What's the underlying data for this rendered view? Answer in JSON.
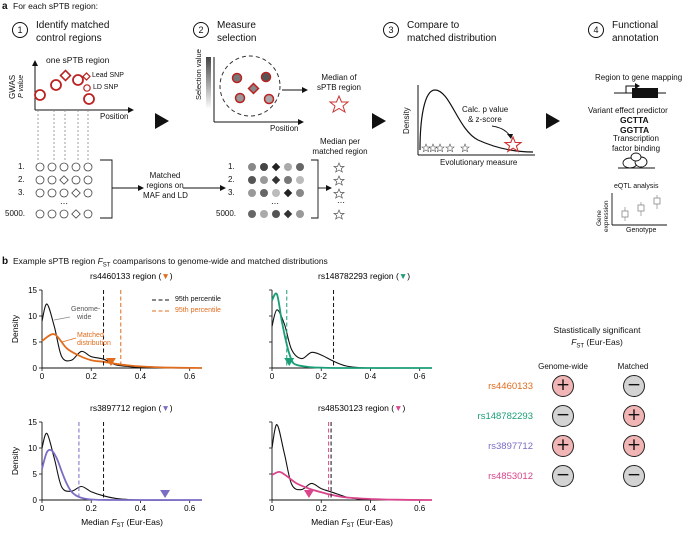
{
  "panel_a": {
    "label": "a",
    "intro": "For each sPTB region:",
    "steps": [
      {
        "num": "1",
        "title_line1": "Identify matched",
        "title_line2": "control regions"
      },
      {
        "num": "2",
        "title_line1": "Measure",
        "title_line2": "selection"
      },
      {
        "num": "3",
        "title_line1": "Compare to",
        "title_line2": "matched distribution"
      },
      {
        "num": "4",
        "title_line1": "Functional",
        "title_line2": "annotation"
      }
    ],
    "step1": {
      "region_label": "one sPTB region",
      "lead_snp": "Lead SNP",
      "ld_snp": "LD SNP",
      "ylabel_main": "GWAS",
      "ylabel_sub": "P value",
      "xlabel": "Position",
      "rows": [
        "1.",
        "2.",
        "3.",
        "⋯",
        "5000."
      ],
      "matched_text_l1": "Matched",
      "matched_text_l2": "regions on",
      "matched_text_l3": "MAF and LD"
    },
    "step2": {
      "ylabel": "Selection value",
      "xlabel": "Position",
      "median_l1": "Median of",
      "median_l2": "sPTB region",
      "rows": [
        "1.",
        "2.",
        "3.",
        "⋯",
        "5000."
      ],
      "median_per_l1": "Median per",
      "median_per_l2": "matched region"
    },
    "step3": {
      "ylabel": "Density",
      "xlabel": "Evolutionary measure",
      "calc_l1": "Calc. p value",
      "calc_l2": "& z-score"
    },
    "step4": {
      "gene_mapping": "Region to gene mapping",
      "vep": "Variant effect predictor",
      "seq1": "GCTTA",
      "seq2": "GGTTA",
      "tf_l1": "Transcription",
      "tf_l2": "factor binding",
      "eqtl": "eQTL analysis",
      "gene_expr_l1": "Gene",
      "gene_expr_l2": "expression",
      "genotype": "Genotype"
    }
  },
  "panel_b": {
    "label": "b",
    "title_pre": "Example sPTB region ",
    "title_fst": "F",
    "title_sub": "ST",
    "title_post": " coamparisons to genome-wide and matched distributions",
    "legend": {
      "genome_wide_l1": "Genome-",
      "genome_wide_l2": "wide",
      "matched_l1": "Matched",
      "matched_l2": "distribution",
      "p95_black": "95th percentile",
      "p95_colored": "95th percentile"
    },
    "xlabel_pre": "Median ",
    "xlabel_post": " (Eur-Eas)",
    "ylabel": "Density",
    "colors": {
      "orange": "#e06c1e",
      "teal": "#1a9e77",
      "purple": "#7b6cc4",
      "pink": "#d9448b",
      "black": "#111111",
      "grey": "#bbbbbb"
    },
    "significance": {
      "title_l1": "Stastistically significant",
      "title_fst": "F",
      "title_sub": "ST",
      "title_post": " (Eur-Eas)",
      "col1": "Genome-wide",
      "col2": "Matched",
      "rows": [
        {
          "snp": "rs4460133",
          "genome_wide": "+",
          "matched": "−"
        },
        {
          "snp": "rs148782293",
          "genome_wide": "−",
          "matched": "+"
        },
        {
          "snp": "rs3897712",
          "genome_wide": "+",
          "matched": "+"
        },
        {
          "snp": "rs4853012",
          "genome_wide": "−",
          "matched": "−"
        }
      ]
    }
  },
  "chart_data": [
    {
      "type": "line",
      "title": "rs4460133 region",
      "xlabel": "",
      "ylabel": "Density",
      "xlim": [
        0,
        0.65
      ],
      "ylim": [
        0,
        15
      ],
      "xticks": [
        "0",
        "0.2",
        "0.4",
        "0.6"
      ],
      "yticks": [
        "0",
        "5",
        "10",
        "15"
      ],
      "series": [
        {
          "name": "Genome-wide",
          "x": [
            0,
            0.02,
            0.05,
            0.08,
            0.12,
            0.16,
            0.2,
            0.25,
            0.3,
            0.35,
            0.4,
            0.5,
            0.65
          ],
          "y": [
            9,
            12.3,
            8,
            2.2,
            1.5,
            3.2,
            2.2,
            1.7,
            0.6,
            0.3,
            0.1,
            0,
            0
          ]
        },
        {
          "name": "Matched distribution",
          "x": [
            0,
            0.05,
            0.1,
            0.15,
            0.2,
            0.25,
            0.3,
            0.35,
            0.4,
            0.5,
            0.65
          ],
          "y": [
            5.2,
            6.5,
            3.8,
            2.4,
            1.5,
            1.2,
            0.8,
            0.5,
            0.3,
            0.1,
            0
          ]
        }
      ],
      "percentile_95_genome_wide": 0.25,
      "percentile_95_matched": 0.32,
      "region_median": 0.28
    },
    {
      "type": "line",
      "title": "rs148782293 region",
      "xlabel": "",
      "ylabel": "",
      "xlim": [
        0,
        0.65
      ],
      "ylim": [
        0,
        15
      ],
      "xticks": [
        "0",
        "0·2",
        "0·4",
        "0·6"
      ],
      "yticks": [],
      "series": [
        {
          "name": "Genome-wide",
          "x": [
            0,
            0.02,
            0.05,
            0.08,
            0.12,
            0.16,
            0.2,
            0.25,
            0.3,
            0.35,
            0.4,
            0.5,
            0.65
          ],
          "y": [
            8,
            11.2,
            8.5,
            3.5,
            1.8,
            3.0,
            2.5,
            1.3,
            0.4,
            0.1,
            0,
            0,
            0
          ]
        },
        {
          "name": "Matched distribution",
          "x": [
            0,
            0.02,
            0.04,
            0.06,
            0.08,
            0.1,
            0.15,
            0.2,
            0.3,
            0.65
          ],
          "y": [
            13,
            14.2,
            9,
            4.5,
            1.5,
            0.6,
            0.2,
            0.05,
            0,
            0
          ]
        }
      ],
      "percentile_95_genome_wide": 0.25,
      "percentile_95_matched": 0.06,
      "region_median": 0.07
    },
    {
      "type": "line",
      "title": "rs3897712 region",
      "xlabel": "Median FST (Eur-Eas)",
      "ylabel": "Density",
      "xlim": [
        0,
        0.65
      ],
      "ylim": [
        0,
        15
      ],
      "xticks": [
        "0",
        "0.2",
        "0.4",
        "0.6"
      ],
      "yticks": [
        "0",
        "5",
        "10",
        "15"
      ],
      "series": [
        {
          "name": "Genome-wide",
          "x": [
            0,
            0.02,
            0.05,
            0.08,
            0.12,
            0.16,
            0.2,
            0.25,
            0.3,
            0.35,
            0.4,
            0.5,
            0.65
          ],
          "y": [
            10,
            12.8,
            8,
            2.5,
            1.7,
            2.6,
            1.6,
            0.8,
            0.3,
            0.1,
            0,
            0,
            0
          ]
        },
        {
          "name": "Matched distribution",
          "x": [
            0,
            0.02,
            0.04,
            0.06,
            0.08,
            0.1,
            0.12,
            0.15,
            0.2,
            0.3,
            0.65
          ],
          "y": [
            6,
            9.2,
            9.5,
            8,
            5.5,
            3.2,
            1.6,
            0.6,
            0.1,
            0,
            0
          ]
        }
      ],
      "percentile_95_genome_wide": 0.25,
      "percentile_95_matched": 0.15,
      "region_median": 0.5
    },
    {
      "type": "line",
      "title": "rs48530123 region",
      "xlabel": "Median FST (Eur-Eas)",
      "ylabel": "",
      "xlim": [
        0,
        0.65
      ],
      "ylim": [
        0,
        15
      ],
      "xticks": [
        "0",
        "0.2",
        "0.4",
        "0.6"
      ],
      "yticks": [],
      "series": [
        {
          "name": "Genome-wide",
          "x": [
            0,
            0.02,
            0.05,
            0.08,
            0.12,
            0.16,
            0.2,
            0.25,
            0.3,
            0.35,
            0.4,
            0.5,
            0.65
          ],
          "y": [
            10,
            14.5,
            9,
            3,
            2,
            3.2,
            2.2,
            1.4,
            0.6,
            0.2,
            0.05,
            0,
            0
          ]
        },
        {
          "name": "Matched distribution",
          "x": [
            0,
            0.03,
            0.06,
            0.1,
            0.15,
            0.2,
            0.25,
            0.3,
            0.4,
            0.5,
            0.65
          ],
          "y": [
            4.8,
            5.4,
            4.6,
            3.2,
            2.2,
            1.5,
            0.9,
            0.5,
            0.2,
            0.05,
            0
          ]
        }
      ],
      "percentile_95_genome_wide": 0.24,
      "percentile_95_matched": 0.23,
      "region_median": 0.15
    }
  ]
}
